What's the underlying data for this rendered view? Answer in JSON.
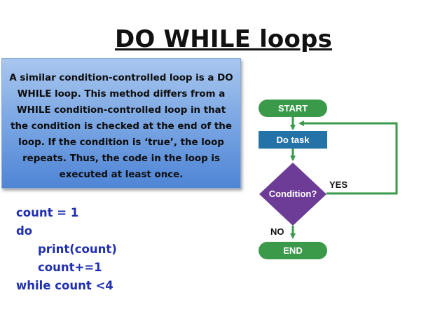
{
  "slide": {
    "title": "DO WHILE loops",
    "description": "A similar condition-controlled loop is a DO WHILE loop. This method differs from a WHILE condition-controlled loop in that the condition is checked at the end of the loop. If the condition is ‘true’, the loop repeats. Thus, the code in the loop is executed at least once."
  },
  "code": {
    "lines": [
      "count = 1",
      "do",
      "print(count)",
      "count+=1",
      "while count <4"
    ],
    "color": "#1f2fb0"
  },
  "flowchart": {
    "start_label": "START",
    "task_label": "Do task",
    "condition_label": "Condition?",
    "yes_label": "YES",
    "no_label": "NO",
    "end_label": "END",
    "colors": {
      "terminal": "#3a9a4a",
      "process": "#2473a8",
      "decision": "#6c3c96",
      "connector": "#3a9a4a"
    }
  }
}
